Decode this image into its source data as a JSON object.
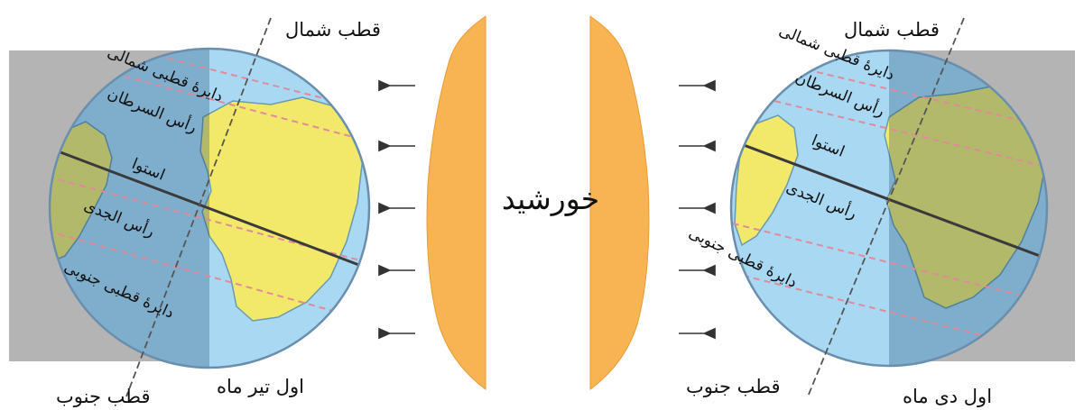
{
  "diagram": {
    "sun_label": "خورشید",
    "left_globe": {
      "caption": "اول تیر ماه",
      "north_pole": "قطب شمال",
      "south_pole": "قطب جنوب",
      "arctic_circle": "دایرهٔ قطبی شمالی",
      "tropic_cancer": "رأس السرطان",
      "equator": "استوا",
      "tropic_capricorn": "رأس الجدی",
      "antarctic_circle": "دایرهٔ قطبی جنوبی"
    },
    "right_globe": {
      "caption": "اول دی ماه",
      "north_pole": "قطب شمال",
      "south_pole": "قطب جنوب",
      "arctic_circle": "دایرهٔ قطبی شمالی",
      "tropic_cancer": "رأس السرطان",
      "equator": "استوا",
      "tropic_capricorn": "رأس الجدی",
      "antarctic_circle": "دایرهٔ قطبی جنوبی"
    },
    "colors": {
      "ocean_lit": "#a9d8f2",
      "ocean_dark": "#7fa3c4",
      "land_lit": "#f2e96a",
      "land_dark": "#d2c24a",
      "shadow": "#b4b4b4",
      "sun": "#f8b453",
      "tropic_line": "#e08a9a",
      "axis": "#555555"
    }
  }
}
